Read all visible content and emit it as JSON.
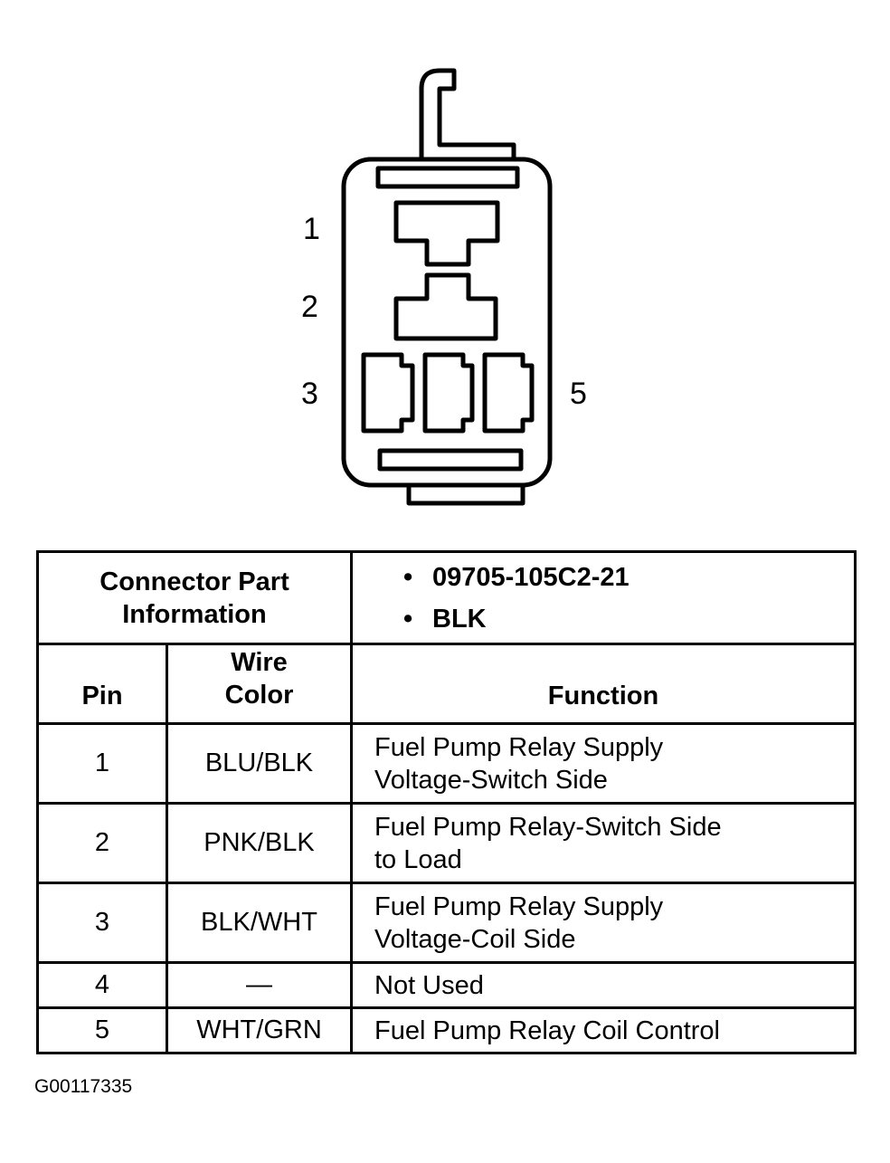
{
  "connector": {
    "pin_labels": [
      "1",
      "2",
      "3",
      "5"
    ]
  },
  "part_info": {
    "label": "Connector Part Information",
    "part_number": "09705-105C2-21",
    "color": "BLK",
    "bullet": "•"
  },
  "table": {
    "headers": {
      "pin": "Pin",
      "wire_color": "Wire Color",
      "function": "Function"
    },
    "rows": [
      {
        "pin": "1",
        "wire_color": "BLU/BLK",
        "function_lines": [
          "Fuel Pump Relay Supply",
          "Voltage-Switch Side"
        ]
      },
      {
        "pin": "2",
        "wire_color": "PNK/BLK",
        "function_lines": [
          "Fuel Pump Relay-Switch Side",
          "to Load"
        ]
      },
      {
        "pin": "3",
        "wire_color": "BLK/WHT",
        "function_lines": [
          "Fuel Pump Relay Supply",
          "Voltage-Coil Side"
        ]
      },
      {
        "pin": "4",
        "wire_color": "—",
        "function_lines": [
          "Not Used"
        ]
      },
      {
        "pin": "5",
        "wire_color": "WHT/GRN",
        "function_lines": [
          "Fuel Pump Relay Coil Control"
        ]
      }
    ]
  },
  "figure_id": "G00117335"
}
